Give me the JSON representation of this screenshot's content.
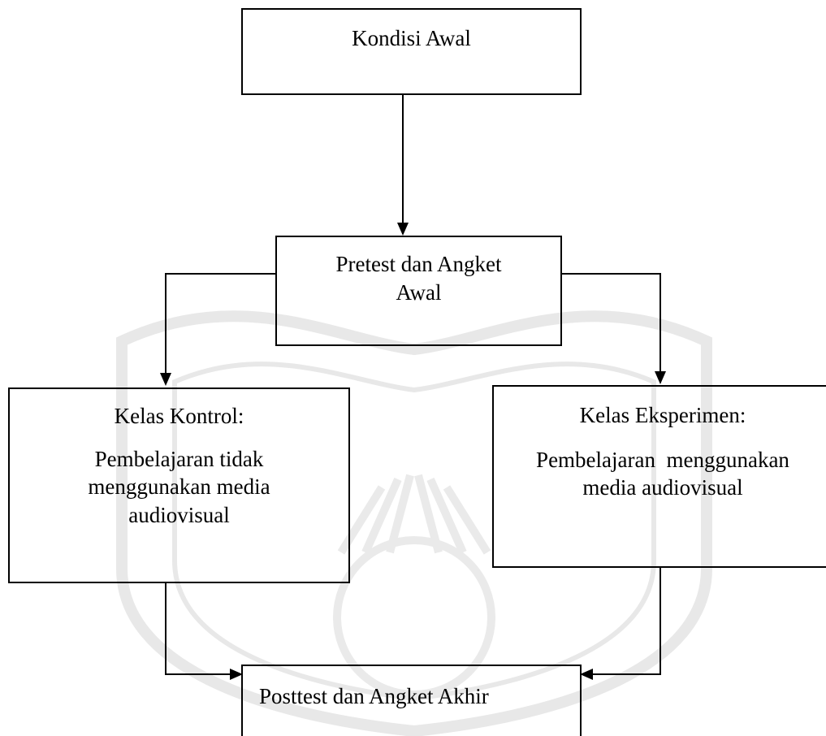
{
  "flowchart": {
    "start": {
      "title": "Kondisi Awal"
    },
    "pretest": {
      "lines": [
        "Pretest dan Angket",
        "Awal"
      ]
    },
    "kontrol": {
      "title": "Kelas Kontrol:",
      "lines": [
        "Pembelajaran tidak",
        "menggunakan media",
        "audiovisual"
      ]
    },
    "eksperimen": {
      "title": "Kelas Eksperimen:",
      "lines": [
        "Pembelajaran  menggunakan",
        "media audiovisual"
      ]
    },
    "posttest": {
      "title": "Posttest dan Angket Akhir"
    }
  },
  "colors": {
    "line": "#000000",
    "watermark": "#e6e6e6"
  }
}
